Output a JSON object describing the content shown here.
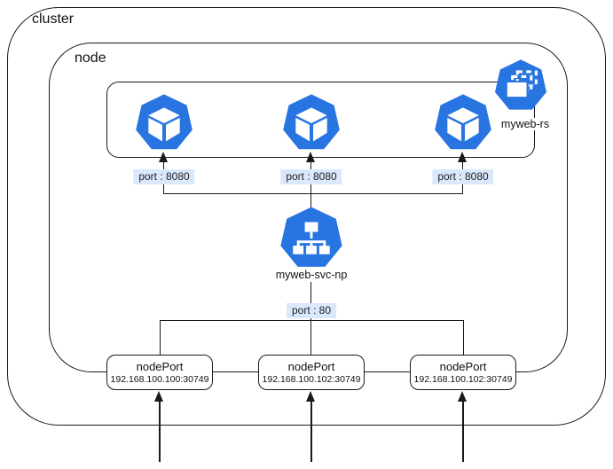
{
  "diagram": {
    "cluster_label": "cluster",
    "node_label": "node",
    "replicaset_label": "myweb-rs",
    "pod_port_labels": [
      "port : 8080",
      "port : 8080",
      "port : 8080"
    ],
    "service_label": "myweb-svc-np",
    "service_port_label": "port : 80",
    "node_ports": [
      {
        "title": "nodePort",
        "address": "192.168.100.100:30749"
      },
      {
        "title": "nodePort",
        "address": "192.168.100.102:30749"
      },
      {
        "title": "nodePort",
        "address": "192.168.100.102:30749"
      }
    ],
    "icons": [
      "pod-icon",
      "pod-icon",
      "pod-icon",
      "replicaset-icon",
      "service-icon"
    ],
    "colors": {
      "kubernetes_blue": "#2875E2",
      "port_label_bg": "#DAE8FC",
      "line": "#1A1A1A"
    }
  }
}
